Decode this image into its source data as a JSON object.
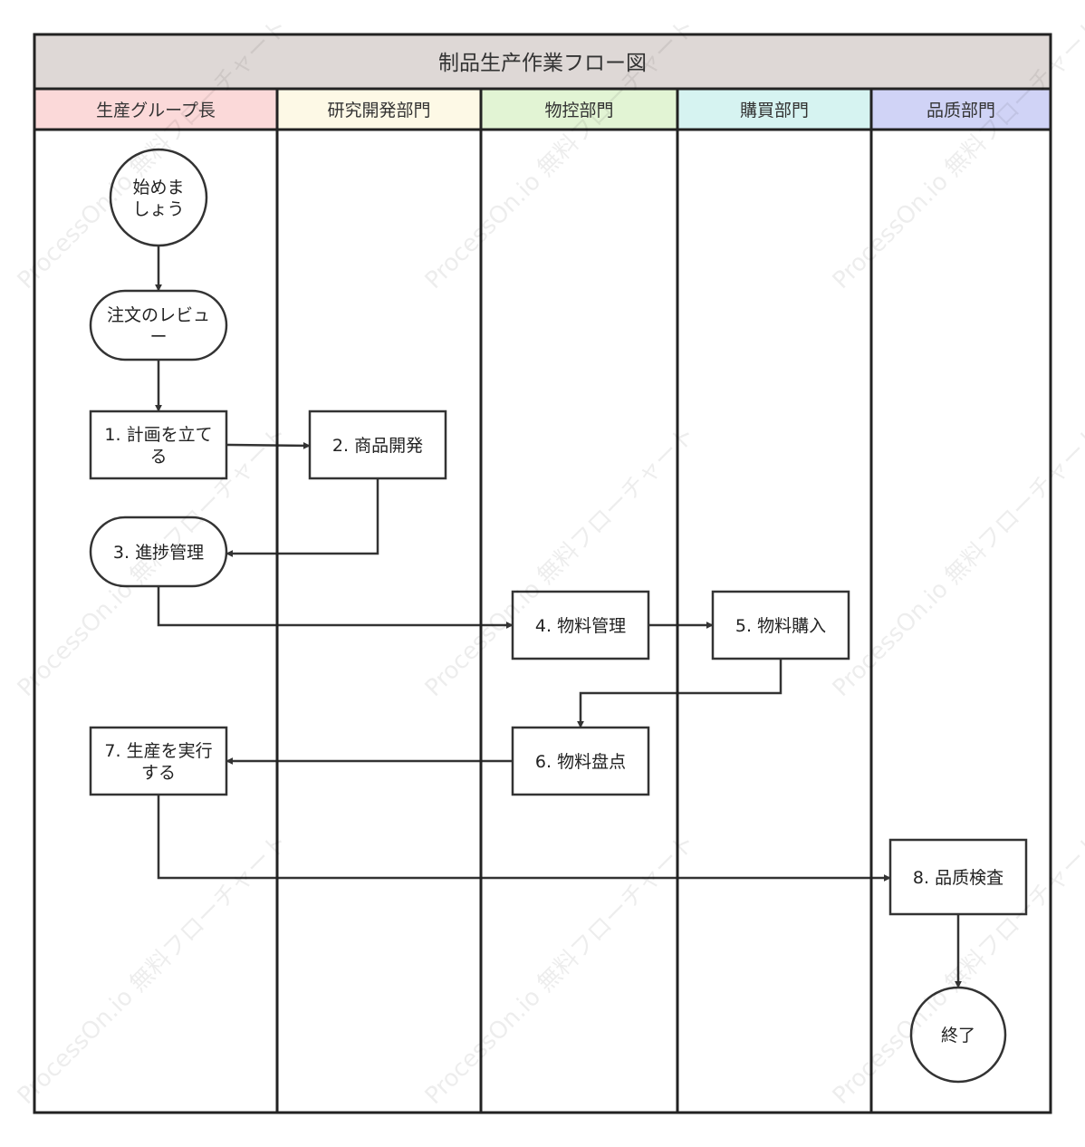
{
  "title": "制品生产作業フロー図",
  "watermark": "ProcessOn.io 無料フローチャート",
  "colors": {
    "title_bg": "#ded8d6",
    "border": "#222222",
    "node_stroke": "#333333",
    "edge": "#333333"
  },
  "lanes": [
    {
      "label": "生産グループ長",
      "color": "#fbd9d9"
    },
    {
      "label": "研究開発部門",
      "color": "#fdf9e6"
    },
    {
      "label": "物控部門",
      "color": "#e2f4d4"
    },
    {
      "label": "購買部門",
      "color": "#d6f3f1"
    },
    {
      "label": "品质部門",
      "color": "#d0d3f6"
    }
  ],
  "nodes": [
    {
      "id": "start",
      "shape": "circle",
      "lines": [
        "始めま",
        "しょう"
      ]
    },
    {
      "id": "review",
      "shape": "terminator",
      "lines": [
        "注文のレビュ",
        "ー"
      ]
    },
    {
      "id": "plan",
      "shape": "rect",
      "lines": [
        "1. 計画を立て",
        "る"
      ]
    },
    {
      "id": "dev",
      "shape": "rect",
      "lines": [
        "2. 商品開発"
      ]
    },
    {
      "id": "progress",
      "shape": "terminator",
      "lines": [
        "3. 進捗管理"
      ]
    },
    {
      "id": "material",
      "shape": "rect",
      "lines": [
        "4. 物料管理"
      ]
    },
    {
      "id": "purchase",
      "shape": "rect",
      "lines": [
        "5. 物料購入"
      ]
    },
    {
      "id": "inventory",
      "shape": "rect",
      "lines": [
        "6. 物料盘点"
      ]
    },
    {
      "id": "produce",
      "shape": "rect",
      "lines": [
        "7. 生産を実行",
        "する"
      ]
    },
    {
      "id": "inspect",
      "shape": "rect",
      "lines": [
        "8. 品质検査"
      ]
    },
    {
      "id": "end",
      "shape": "circle",
      "lines": [
        "終了"
      ]
    }
  ],
  "edges": [
    {
      "from": "start",
      "to": "review"
    },
    {
      "from": "review",
      "to": "plan"
    },
    {
      "from": "plan",
      "to": "dev"
    },
    {
      "from": "dev",
      "to": "progress"
    },
    {
      "from": "progress",
      "to": "material"
    },
    {
      "from": "material",
      "to": "purchase"
    },
    {
      "from": "purchase",
      "to": "inventory"
    },
    {
      "from": "inventory",
      "to": "produce"
    },
    {
      "from": "produce",
      "to": "inspect"
    },
    {
      "from": "inspect",
      "to": "end"
    }
  ]
}
